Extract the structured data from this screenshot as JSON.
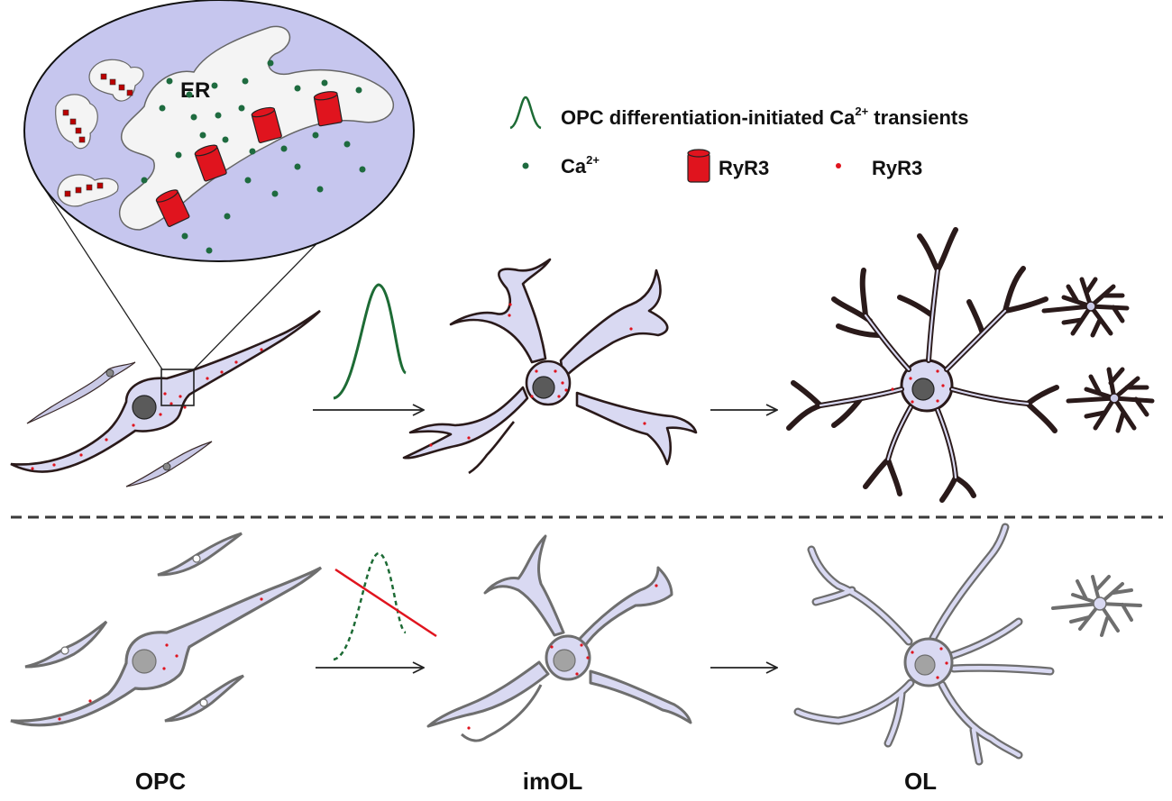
{
  "zoom": {
    "er_label": "ER"
  },
  "legend": {
    "transient_label_main": "OPC differentiation-initiated Ca",
    "transient_label_sup": "2+",
    "transient_label_tail": " transients",
    "calcium_label": "Ca",
    "calcium_sup": "2+",
    "ryr3_channel_label": "RyR3",
    "ryr3_dot_label": "RyR3"
  },
  "stages": {
    "opc": "OPC",
    "imol": "imOL",
    "ol": "OL"
  },
  "colors": {
    "cell_fill": "#d9d9f2",
    "zoom_bg": "#c6c6ee",
    "er_fill": "#f4f4f4",
    "calcium": "#1e6b3f",
    "ryr3": "#e0141e",
    "outline_dark": "#2a1a1a",
    "outline_grey": "#6e6e6e",
    "transient_curve": "#1d6b35",
    "inhibit_line": "#e0141e"
  }
}
